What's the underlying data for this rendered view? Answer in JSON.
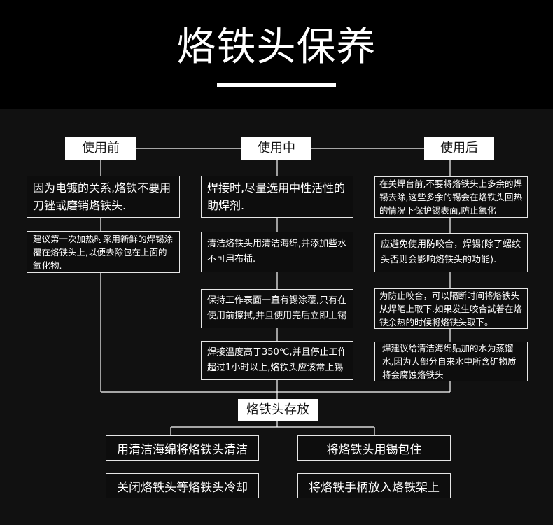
{
  "header": {
    "title": "烙铁头保养"
  },
  "columns": [
    {
      "tab": "使用前",
      "boxes": [
        "因为电镀的关系,烙铁不要用刀锉或磨销烙铁头.",
        "建议第一次加热时采用新鲜的焊锡涂覆在烙铁头上,以便去除包在上面的氧化物."
      ]
    },
    {
      "tab": "使用中",
      "boxes": [
        "焊接时,尽量选用中性活性的助焊剂.",
        "清洁烙铁头用清洁海绵,并添加些水不可用布插.",
        "保持工作表面一直有锡涂覆,只有在使用前擦拭,并且使用完后立即上锡",
        "焊接温度高于350℃,并且停止工作超过1小时以上,烙铁头应该常上锡"
      ]
    },
    {
      "tab": "使用后",
      "boxes": [
        "在关焊台前,不要将烙铁头上多余的焊锡去除,这些多余的锡会在烙铁头回热的情况下保护锡表面,防止氧化",
        "应避免使用防咬合，焊锡(除了螺纹头否则会影响烙铁头的功能).",
        "为防止咬合，可以隔断时间将烙铁头从焊笔上取下.如果发生咬合試着在烙铁余热的时候将烙铁头取下。",
        "焊建议给清洁海绵贴加的水为蒸馏水,因为大部分自来水中所含矿物质将会腐蚀烙铁头"
      ]
    }
  ],
  "storage": {
    "tab": "烙铁头存放",
    "items": [
      "用清洁海绵将烙铁头清洁",
      "将烙铁头用锡包住",
      "关闭烙铁头等烙铁头冷却",
      "将烙铁手柄放入烙铁架上"
    ]
  },
  "colors": {
    "background": "#111111",
    "header": "#000000",
    "line": "#ffffff",
    "tab_bg": "#ffffff",
    "tab_text": "#111111"
  }
}
